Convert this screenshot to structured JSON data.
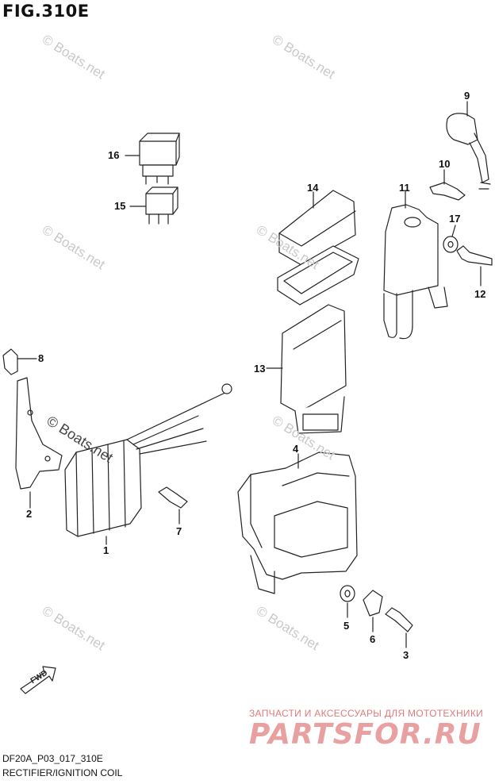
{
  "figure": {
    "title": "FIG.310E",
    "code": "DF20A_P03_017_310E",
    "caption": "RECTIFIER/IGNITION COIL"
  },
  "callouts": [
    "1",
    "2",
    "3",
    "4",
    "5",
    "6",
    "7",
    "8",
    "9",
    "10",
    "11",
    "12",
    "13",
    "14",
    "15",
    "16",
    "17"
  ],
  "direction_label": "FWD",
  "watermarks": {
    "text": "© Boats.net",
    "strong_text": "© Boats.net"
  },
  "ad": {
    "tagline": "ЗАПЧАСТИ И АКСЕССУАРЫ ДЛЯ МОТОТЕХНИКИ",
    "logo": "PARTSFOR.RU"
  },
  "colors": {
    "line": "#222222",
    "watermark": "#c9c9c9",
    "ad_red": "#e07a7a"
  }
}
